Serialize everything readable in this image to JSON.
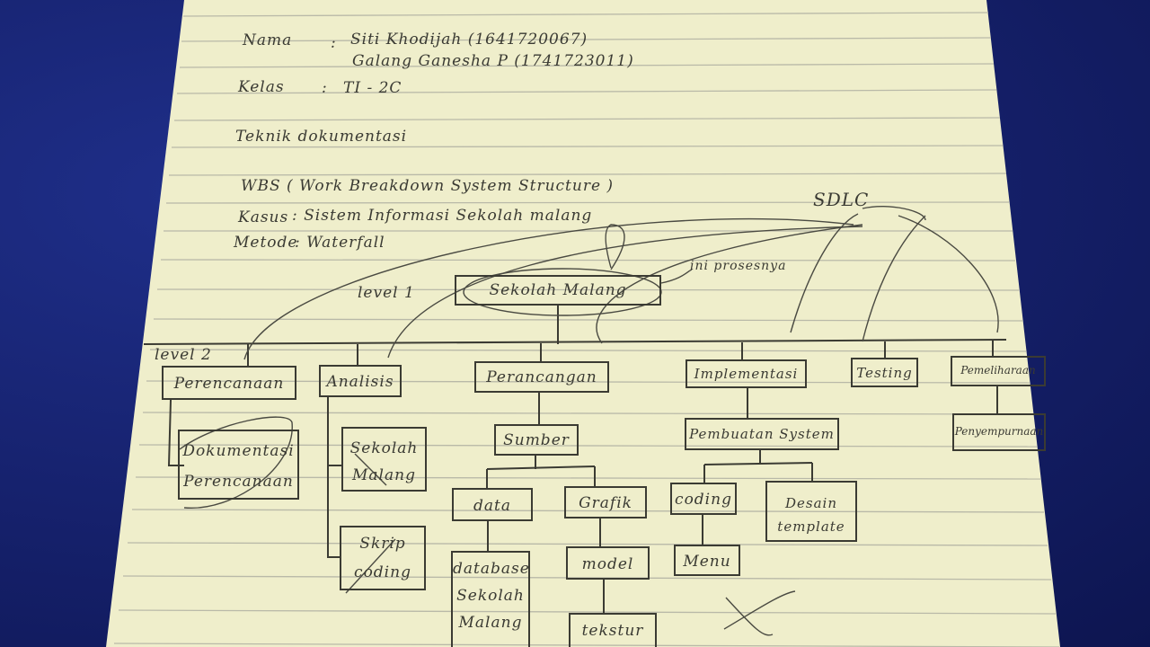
{
  "header": {
    "nama_label": "Nama",
    "nama_sep": ":",
    "nama_1": "Siti Khodijah (1641720067)",
    "nama_2": "Galang Ganesha P (1741723011)",
    "kelas_label": "Kelas",
    "kelas_sep": ":",
    "kelas_value": "TI - 2C",
    "topic": "Teknik dokumentasi",
    "wbs": "WBS ( Work Breakdown System Structure )",
    "kasus_label": "Kasus",
    "kasus_value": ": Sistem Informasi Sekolah malang",
    "metode_label": "Metode",
    "metode_value": ": Waterfall"
  },
  "diagram": {
    "sdlc": "SDLC",
    "level1_label": "level 1",
    "level2_label": "level 2",
    "root": "Sekolah Malang",
    "root_note": "ini prosesnya",
    "phases": [
      "Perencanaan",
      "Analisis",
      "Perancangan",
      "Implementasi",
      "Testing",
      "Pemeliharaan"
    ],
    "perencanaan_child": [
      "Dokumentasi",
      "Perencanaan"
    ],
    "analisis_child_1": [
      "Sekolah",
      "Malang"
    ],
    "analisis_child_2": [
      "Skrip",
      "coding"
    ],
    "perancangan_child": "Sumber",
    "sumber_children": [
      "data",
      "Grafik"
    ],
    "data_child": [
      "database",
      "Sekolah",
      "Malang"
    ],
    "grafik_child": "model",
    "model_child": "tekstur",
    "implementasi_child": "Pembuatan System",
    "pembuatan_children": [
      "coding",
      "Desain template"
    ],
    "coding_child": "Menu",
    "pemeliharaan_child": "Penyempurnaan"
  },
  "colors": {
    "background": "#15206a",
    "paper": "#efeecb",
    "ruled_line": "#b9b9a8",
    "ink": "#3a3a33"
  }
}
